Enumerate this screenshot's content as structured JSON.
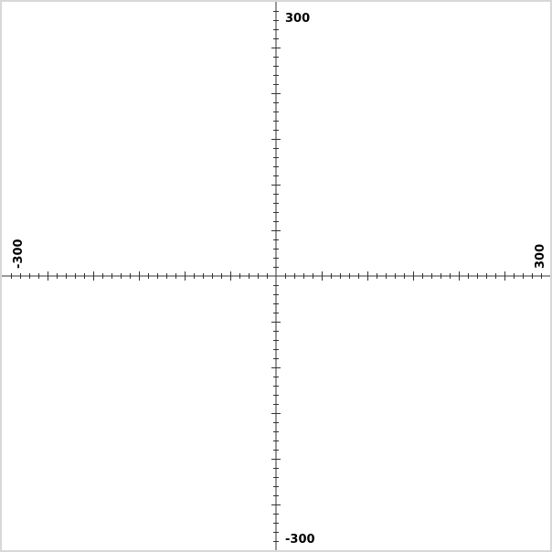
{
  "plane": {
    "x_range": [
      -300,
      300
    ],
    "y_range": [
      -300,
      300
    ],
    "minor_tick_step": 10,
    "major_tick_step": 50,
    "labels": {
      "x_min": "-300",
      "x_max": "300",
      "y_min": "-300",
      "y_max": "300"
    },
    "colors": {
      "axis": "#333333",
      "frame": "#d8d8d8",
      "label": "#000000"
    }
  }
}
